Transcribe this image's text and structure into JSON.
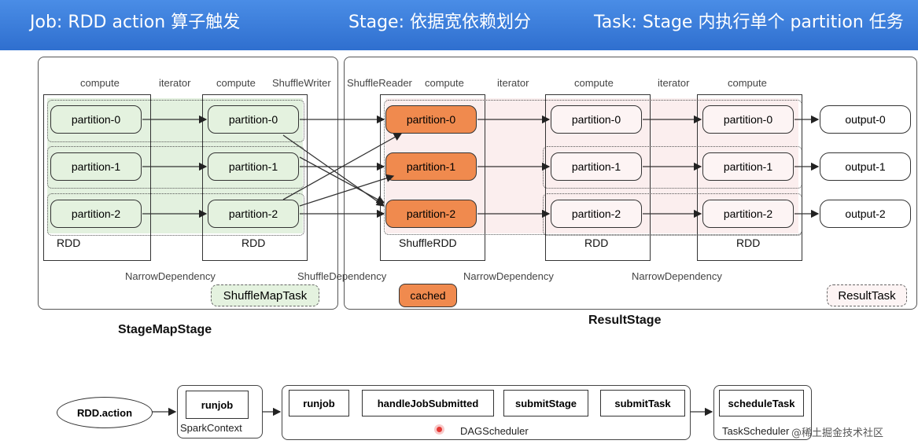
{
  "banner": {
    "job": "Job: RDD action 算子触发",
    "stage": "Stage: 依据宽依赖划分",
    "task": "Task: Stage 内执行单个 partition 任务"
  },
  "map_stage": {
    "title": "StageMapStage",
    "col_labels": {
      "compute1": "compute",
      "iterator": "iterator",
      "compute2": "compute",
      "writer": "ShuffleWriter"
    },
    "rdd1": {
      "label": "RDD",
      "partitions": [
        "partition-0",
        "partition-1",
        "partition-2"
      ]
    },
    "rdd2": {
      "label": "RDD",
      "partitions": [
        "partition-0",
        "partition-1",
        "partition-2"
      ]
    },
    "dependency": "NarrowDependency",
    "task": "ShuffleMapTask"
  },
  "shuffle_dependency": "ShuffleDependency",
  "result_stage": {
    "title": "ResultStage",
    "col_labels": {
      "reader": "ShuffleReader",
      "compute1": "compute",
      "iterator1": "iterator",
      "compute2": "compute",
      "iterator2": "iterator",
      "compute3": "compute"
    },
    "shuffle_rdd": {
      "label": "ShuffleRDD",
      "partitions": [
        "partition-0",
        "partition-1",
        "partition-2"
      ]
    },
    "rdd2": {
      "label": "RDD",
      "partitions": [
        "partition-0",
        "partition-1",
        "partition-2"
      ]
    },
    "rdd3": {
      "label": "RDD",
      "partitions": [
        "partition-0",
        "partition-1",
        "partition-2"
      ]
    },
    "outputs": [
      "output-0",
      "output-1",
      "output-2"
    ],
    "dependency1": "NarrowDependency",
    "dependency2": "NarrowDependency",
    "cached": "cached",
    "task": "ResultTask"
  },
  "flow": {
    "action": "RDD.action",
    "spark_context": {
      "label": "SparkContext",
      "method": "runjob"
    },
    "dag_scheduler": {
      "label": "DAGScheduler",
      "methods": [
        "runjob",
        "handleJobSubmitted",
        "submitStage",
        "submitTask"
      ]
    },
    "task_scheduler": {
      "label": "TaskScheduler",
      "method": "scheduleTask"
    }
  },
  "watermark": "@稀土掘金技术社区",
  "colors": {
    "banner": "#3a7edc",
    "green": "#e4f2df",
    "orange": "#f08a4e",
    "pink": "#fdf4f4"
  }
}
